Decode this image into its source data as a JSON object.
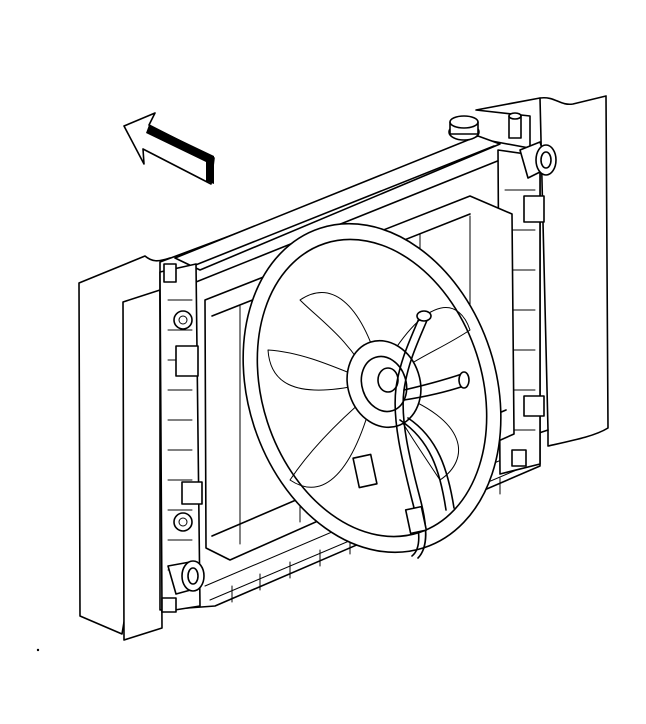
{
  "figure": {
    "type": "exploded technical line illustration",
    "colors": {
      "line": "#000000",
      "background": "#ffffff"
    },
    "components": [
      {
        "name": "direction-arrow-icon"
      },
      {
        "name": "left-air-baffle"
      },
      {
        "name": "right-air-baffle"
      },
      {
        "name": "radiator-core"
      },
      {
        "name": "fan-shroud"
      },
      {
        "name": "cooling-fan-blades"
      },
      {
        "name": "fan-motor-hub"
      },
      {
        "name": "wiring-harness"
      },
      {
        "name": "inlet-hose-neck"
      },
      {
        "name": "outlet-hose-neck"
      },
      {
        "name": "radiator-cap"
      },
      {
        "name": "mounting-bolts"
      }
    ]
  }
}
